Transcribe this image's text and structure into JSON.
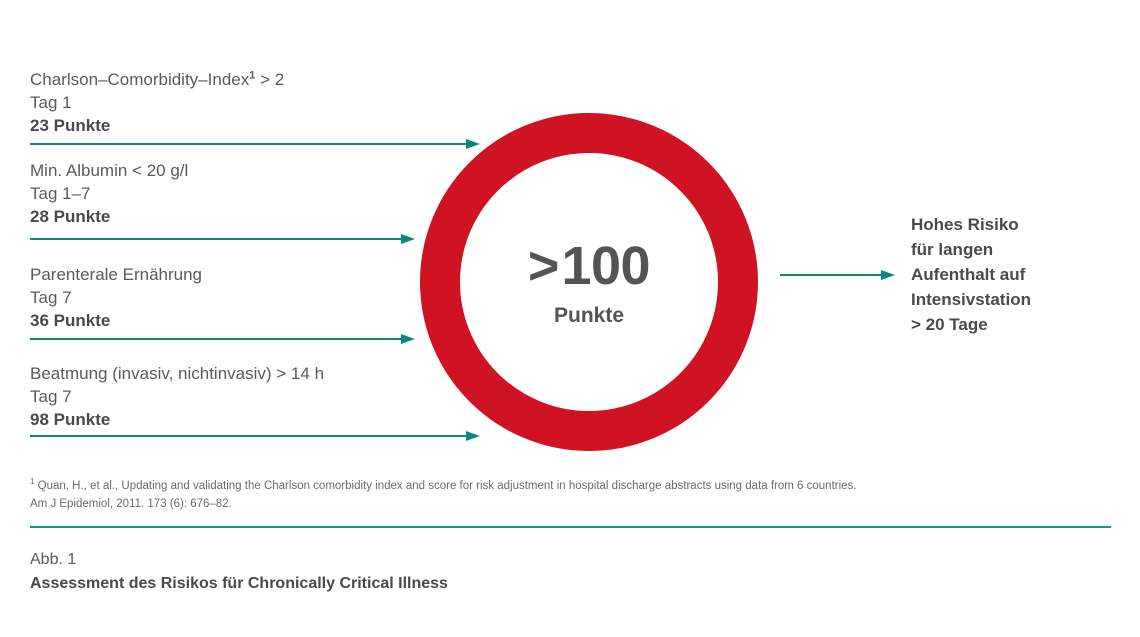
{
  "figure": {
    "colors": {
      "ring_red": "#cf1322",
      "arrow_teal": "#0f857e",
      "rule_teal": "#14968e",
      "text_gray": "#5a5a5a",
      "text_bold_gray": "#4a4a4a"
    }
  },
  "criteria": [
    {
      "title": "Charlson–Comorbidity–Index",
      "footnote_marker": "1",
      "title_suffix": " > 2",
      "day": "Tag 1",
      "points": "23 Punkte"
    },
    {
      "title": "Min. Albumin < 20 g/l",
      "footnote_marker": "",
      "title_suffix": "",
      "day": "Tag 1–7",
      "points": "28 Punkte"
    },
    {
      "title": "Parenterale Ernährung",
      "footnote_marker": "",
      "title_suffix": "",
      "day": "Tag 7",
      "points": "36 Punkte"
    },
    {
      "title": "Beatmung (invasiv, nichtinvasiv) > 14 h",
      "footnote_marker": "",
      "title_suffix": "",
      "day": "Tag 7",
      "points": "98 Punkte"
    }
  ],
  "center": {
    "value": ">100",
    "value_gt": ">",
    "value_number": "100",
    "unit": "Punkte"
  },
  "outcome": {
    "lines": [
      "Hohes Risiko",
      "für langen",
      "Aufenthalt auf",
      "Intensivstation",
      "> 20 Tage"
    ]
  },
  "footnote": {
    "marker": "1",
    "line1": " Quan, H., et al., Updating and validating the Charlson comorbidity index and score for risk adjustment in hospital discharge abstracts using data from 6 countries.",
    "line2": "Am J Epidemiol, 2011. 173 (6): 676–82."
  },
  "caption": {
    "label": "Abb. 1",
    "title": "Assessment des Risikos für Chronically Critical Illness"
  }
}
